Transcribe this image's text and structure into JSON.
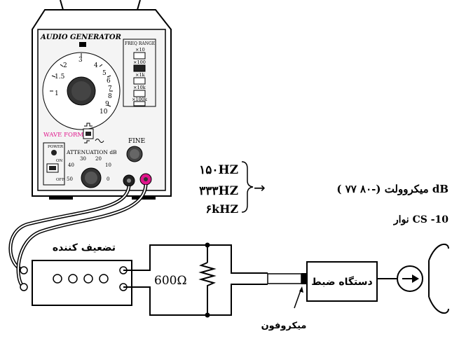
{
  "generator": {
    "title": "AUDIO GENERATOR",
    "freq_range_label": "FREQ RANGE",
    "range_labels": [
      "×10",
      "×100",
      "×1k",
      "×10k",
      "×100k"
    ],
    "dial_numbers": [
      "1",
      "1.5",
      "2",
      "3",
      "4",
      "5",
      "6",
      "7",
      "8",
      "9",
      "10"
    ],
    "wave_form_label": "WAVE FORM",
    "power_label": "POWER",
    "on_label": "ON",
    "off_label": "OFF",
    "attenuation_label": "ATTENUATION dB",
    "attenuation_values": [
      "50",
      "40",
      "30",
      "20",
      "10",
      "0"
    ],
    "fine_label": "FINE"
  },
  "frequencies": [
    "۱۵۰HZ",
    "۳۳۳HZ",
    "۶kHZ"
  ],
  "arrow": "→",
  "signal_level": "( ۷۷ میکروولت (-۸۰ dB",
  "tape_label": "نوار CS -10",
  "attenuator_label": "تضعیف کننده",
  "resistor_label": "600Ω",
  "recorder_label": "دستگاه ضبط",
  "microphone_label": "میکروفون",
  "colors": {
    "line": "#000000",
    "panel": "#f2f2f2",
    "output_pink": "#e0168c",
    "knob": "#333333"
  }
}
